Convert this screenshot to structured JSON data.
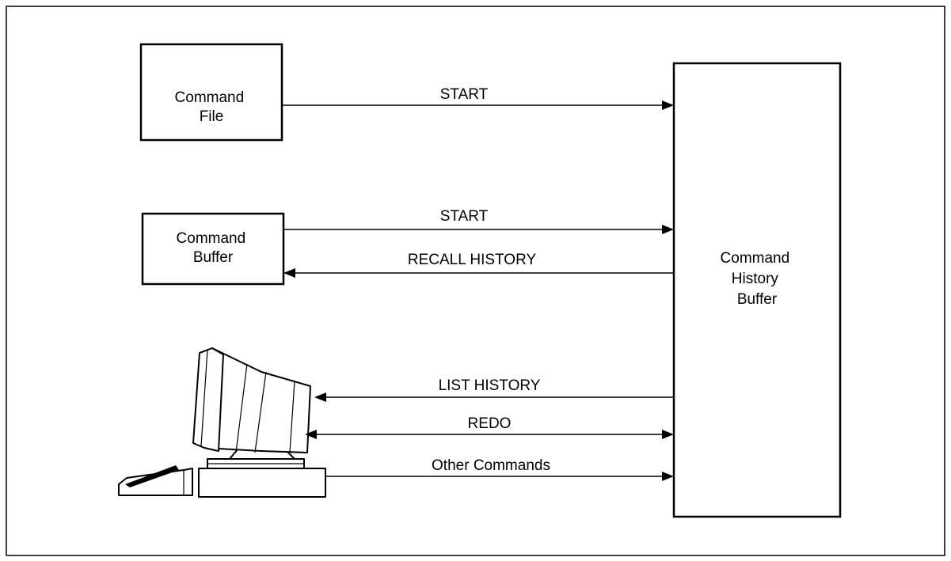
{
  "nodes": {
    "command_file": {
      "lines": [
        "Command",
        "File"
      ]
    },
    "command_buffer": {
      "lines": [
        "Command",
        "Buffer"
      ]
    },
    "history_buffer": {
      "lines": [
        "Command",
        "History",
        "Buffer"
      ]
    },
    "terminal": {
      "icon": "computer-terminal-icon"
    }
  },
  "edges": {
    "file_start": {
      "label": "START"
    },
    "buffer_start": {
      "label": "START"
    },
    "recall_history": {
      "label": "RECALL HISTORY"
    },
    "list_history": {
      "label": "LIST HISTORY"
    },
    "redo": {
      "label": "REDO"
    },
    "other_commands": {
      "label": "Other Commands"
    }
  }
}
